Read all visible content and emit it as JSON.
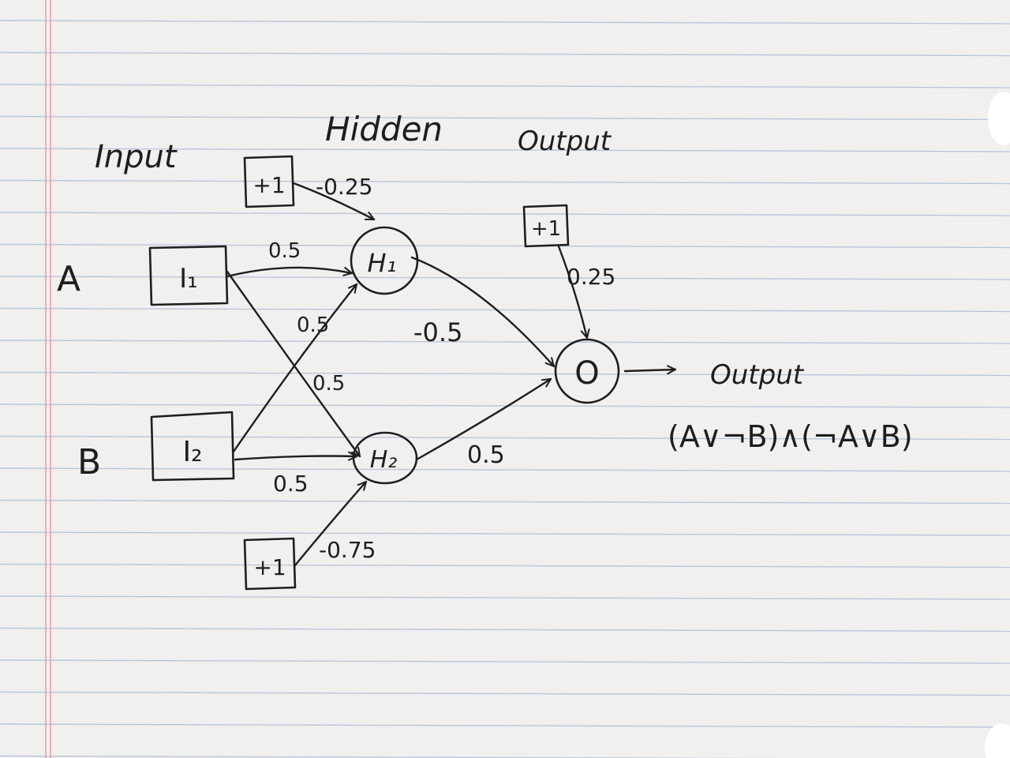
{
  "diagram": {
    "column_headers": {
      "input": "Input",
      "hidden": "Hidden",
      "output": "Output"
    },
    "row_labels": {
      "a": "A",
      "b": "B"
    },
    "nodes": {
      "i1": "I₁",
      "i2": "I₂",
      "h1": "H₁",
      "h2": "H₂",
      "o": "O",
      "bias_h1": "+1",
      "bias_h2": "+1",
      "bias_o": "+1"
    },
    "weights": {
      "bias_h1": "-0.25",
      "i1_h1": "0.5",
      "i2_h1": "0.5",
      "i1_h2": "0.5",
      "i2_h2": "0.5",
      "bias_h2": "-0.75",
      "h1_o": "-0.5",
      "h2_o": "0.5",
      "bias_o": "0.25"
    },
    "output_label": "Output",
    "formula": "(A∨¬B)∧(¬A∨B)"
  }
}
